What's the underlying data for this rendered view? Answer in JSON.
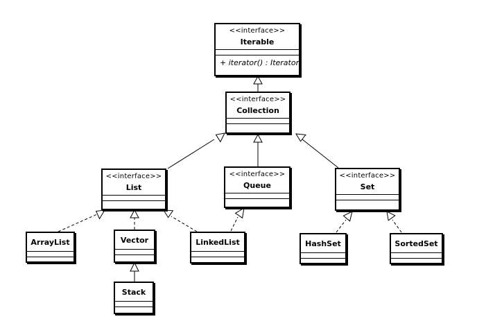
{
  "stereotype": "<<interface>>",
  "iterable": {
    "name": "Iterable",
    "operation": "+ iterator() : Iterator"
  },
  "collection": {
    "name": "Collection"
  },
  "list": {
    "name": "List"
  },
  "queue": {
    "name": "Queue"
  },
  "set": {
    "name": "Set"
  },
  "arraylist": {
    "name": "ArrayList"
  },
  "vector": {
    "name": "Vector"
  },
  "stack": {
    "name": "Stack"
  },
  "linkedlist": {
    "name": "LinkedList"
  },
  "hashset": {
    "name": "HashSet"
  },
  "sortedset": {
    "name": "SortedSet"
  }
}
